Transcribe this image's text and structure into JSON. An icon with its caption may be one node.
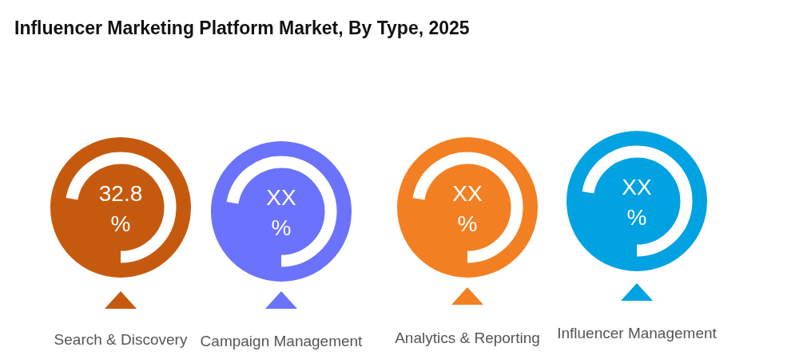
{
  "diagram": {
    "title": "Influencer Marketing Platform Market, By Type, 2025",
    "nodes": [
      {
        "text": [
          "32.8 %"
        ],
        "beside": [
          "Search & Discovery"
        ]
      },
      {
        "text": [
          "XX %"
        ],
        "beside": [
          "Campaign Management"
        ]
      },
      {
        "text": [
          "XX %"
        ],
        "beside": [
          "Analytics & Reporting"
        ]
      },
      {
        "text": [
          "XX %"
        ],
        "beside": [
          "Influencer Management"
        ]
      }
    ]
  }
}
